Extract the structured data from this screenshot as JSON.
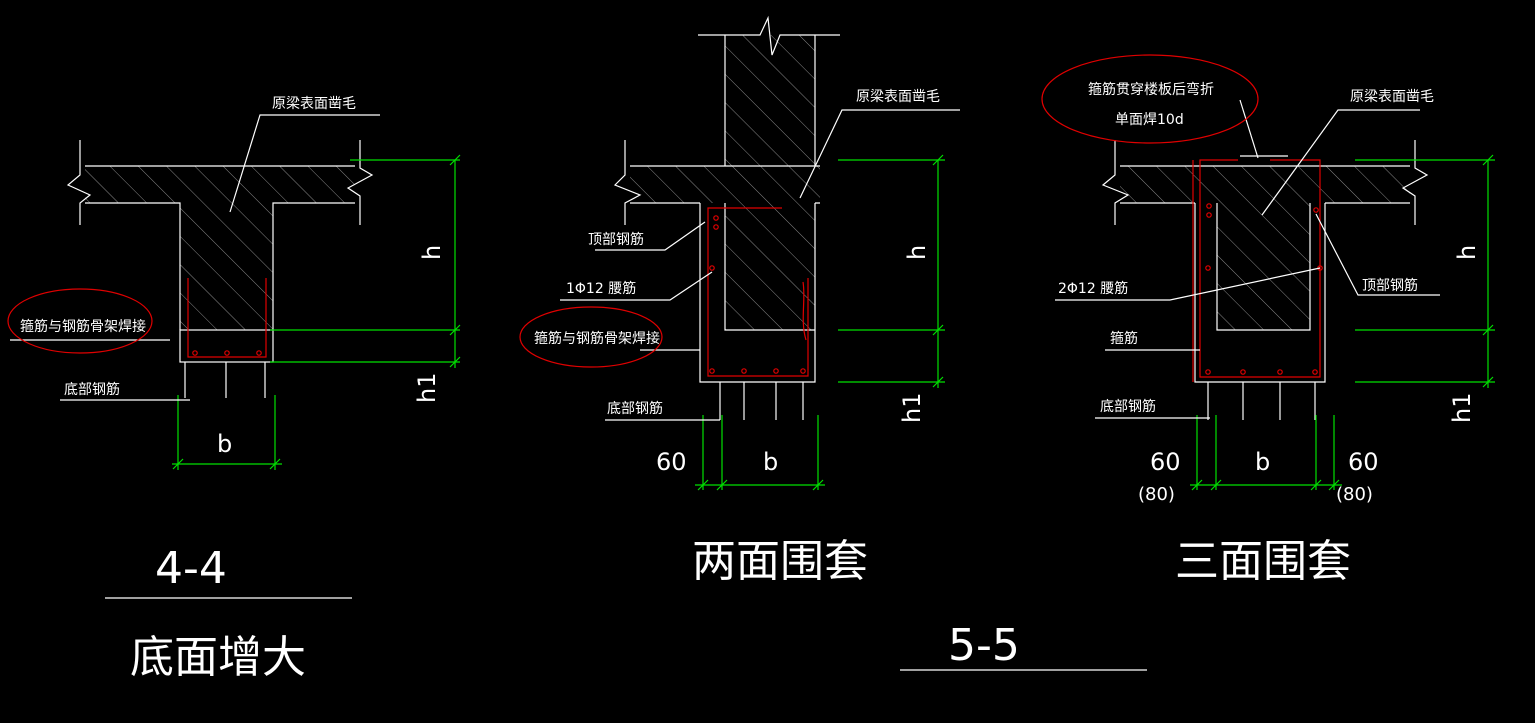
{
  "notes": {
    "rough_surface": "原梁表面凿毛",
    "stirrup_weld": "箍筋与钢筋骨架焊接",
    "bottom_rebar": "底部钢筋",
    "top_rebar": "顶部钢筋",
    "waist_1": "1Φ12 腰筋",
    "waist_2": "2Φ12 腰筋",
    "stirrup": "箍筋",
    "stirrup_bend_1": "箍筋贯穿楼板后弯折",
    "stirrup_bend_2": "单面焊10d"
  },
  "dims": {
    "h": "h",
    "h1": "h1",
    "b": "b",
    "sixty": "60",
    "eighty": "(80)"
  },
  "titles": {
    "section_44": "4-4",
    "bottom_enlarge": "底面增大",
    "two_side": "两面围套",
    "three_side": "三面围套",
    "section_55": "5-5"
  },
  "colors": {
    "line": "#ffffff",
    "dimension": "#00e000",
    "rebar": "#e00000",
    "highlight": "#e00000"
  }
}
